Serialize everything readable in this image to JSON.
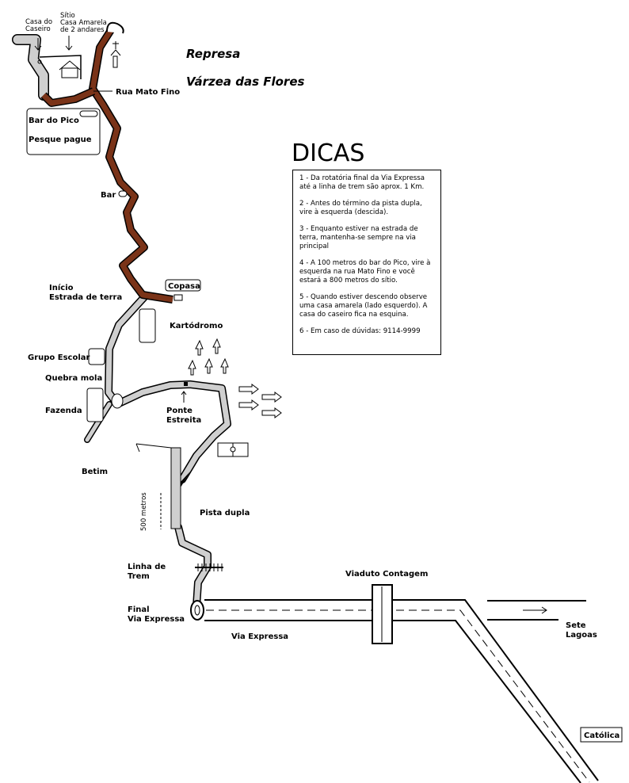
{
  "title": {
    "line1": "Represa",
    "line2": "Várzea das Flores"
  },
  "dicas": {
    "title": "DICAS",
    "items": [
      "1 - Da rotatória final da Via Expressa até a linha de trem são aprox. 1 Km.",
      "2 - Antes do término da pista dupla, vire à esquerda (descida).",
      "3 - Enquanto estiver na estrada de terra, mantenha-se sempre na via principal",
      "4 - A 100 metros do bar do Pico, vire à esquerda na rua Mato Fino e você estará a 800 metros do sítio.",
      "5 - Quando estiver descendo observe uma casa amarela (lado esquerdo). A casa do caseiro fica na esquina.",
      "6 - Em caso de dúvidas: 9114-9999"
    ]
  },
  "labels": {
    "casa_caseiro_1": "Casa do",
    "casa_caseiro_2": "Caseiro",
    "sitio_1": "Sítio",
    "sitio_2": "Casa Amarela",
    "sitio_3": "de 2 andares",
    "rua_mato_fino": "Rua Mato Fino",
    "bar_do_pico": "Bar do Pico",
    "pesque_pague": "Pesque pague",
    "bar": "Bar",
    "inicio_1": "Início",
    "inicio_2": "Estrada de terra",
    "copasa": "Copasa",
    "kartodromo": "Kartódromo",
    "grupo_escolar": "Grupo Escolar",
    "quebra_mola": "Quebra mola",
    "fazenda": "Fazenda",
    "ponte_1": "Ponte",
    "ponte_2": "Estreita",
    "betim": "Betim",
    "metros": "500 metros",
    "pista_dupla": "Pista dupla",
    "linha_1": "Linha de",
    "linha_2": "Trem",
    "final_1": "Final",
    "final_2": "Via Expressa",
    "via_expressa": "Via Expressa",
    "viaduto": "Viaduto Contagem",
    "sete_1": "Sete",
    "sete_2": "Lagoas",
    "catolica": "Católica"
  },
  "colors": {
    "dirt_road": "#7a3318",
    "paved_road": "#cfcfcf"
  }
}
